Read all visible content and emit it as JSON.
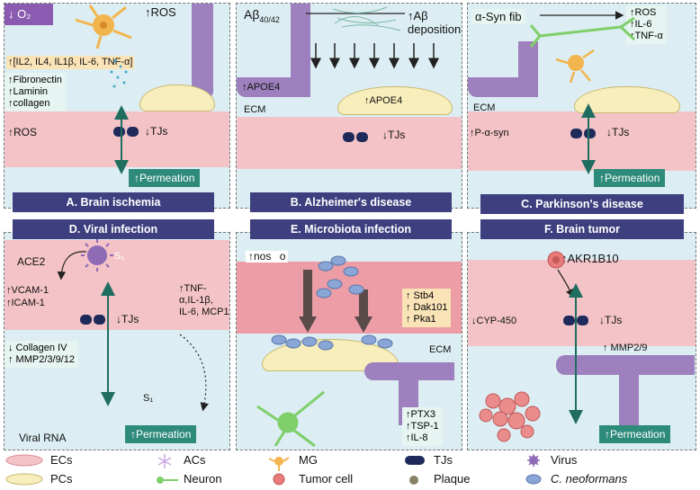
{
  "panels": {
    "a": {
      "o2": "↓ O₂",
      "ros_top": "↑ROS",
      "cytokines": "↑[IL2, IL4, IL1β, IL-6, TNF-α]",
      "ecm_list": [
        "↑Fibronectin",
        "↑Laminin",
        "↑collagen"
      ],
      "ros_mid": "↑ROS",
      "tjs": "↓TJs",
      "permeation": "↑Permeation",
      "title": "A. Brain ischemia"
    },
    "b": {
      "abeta": "Aβ",
      "abeta_sub": "40/42",
      "deposition": "↑Aβ deposition",
      "apoe_left": "↑APOE4",
      "apoe_right": "↑APOE4",
      "ecm": "ECM",
      "tjs": "↓TJs",
      "title": "B. Alzheimer's disease"
    },
    "c": {
      "syn": "α-Syn fib",
      "markers": [
        "↑ROS",
        "↑IL-6",
        "↑TNF-α"
      ],
      "ecm": "ECM",
      "psyn": "↑P-α-syn",
      "tjs": "↓TJs",
      "permeation": "↑Permeation",
      "title": "C. Parkinson's disease"
    },
    "d": {
      "title": "D. Viral infection",
      "ace2": "ACE2",
      "s1_top": "S₁",
      "vcam": "↑VCAM-1",
      "icam": "↑ICAM-1",
      "tjs": "↓TJs",
      "cytokines": [
        "↑TNF-",
        "α,IL-1β,",
        "IL-6, MCP1"
      ],
      "collagen": "↓ Collagen IV",
      "mmp": "↑ MMP2/3/9/12",
      "s1_bottom": "S₁",
      "viral_rna": "Viral RNA",
      "permeation": "↑Permeation"
    },
    "e": {
      "title": "E. Microbiota infection",
      "nos": "↑nos",
      "o": "o",
      "genes": [
        "↑ Stb4",
        "↑ Dak101",
        "↑ Pka1"
      ],
      "ecm": "ECM",
      "markers": [
        "↑PTX3",
        "↑TSP-1",
        "↑IL-8"
      ]
    },
    "f": {
      "title": "F. Brain tumor",
      "akr": "↑AKR1B10",
      "cyp": "↓CYP-450",
      "tjs": "↓TJs",
      "mmp": "↑ MMP2/9",
      "permeation": "↑Permeation"
    }
  },
  "legend": {
    "ecs": "ECs",
    "pcs": "PCs",
    "acs": "ACs",
    "neuron": "Neuron",
    "mg": "MG",
    "tumor": "Tumor cell",
    "tjs": "TJs",
    "plaque": "Plaque",
    "virus": "Virus",
    "cneo": "C. neoformans"
  },
  "colors": {
    "title_bg": "#3d3f7f",
    "permeation_bg": "#2e8b7a",
    "ec_pink": "#f3c3c7",
    "ecm_blue": "#dceef3",
    "pc_yellow": "#f8eebb",
    "acs_purple": "#9d80bd",
    "tj_navy": "#1e2a5a"
  }
}
